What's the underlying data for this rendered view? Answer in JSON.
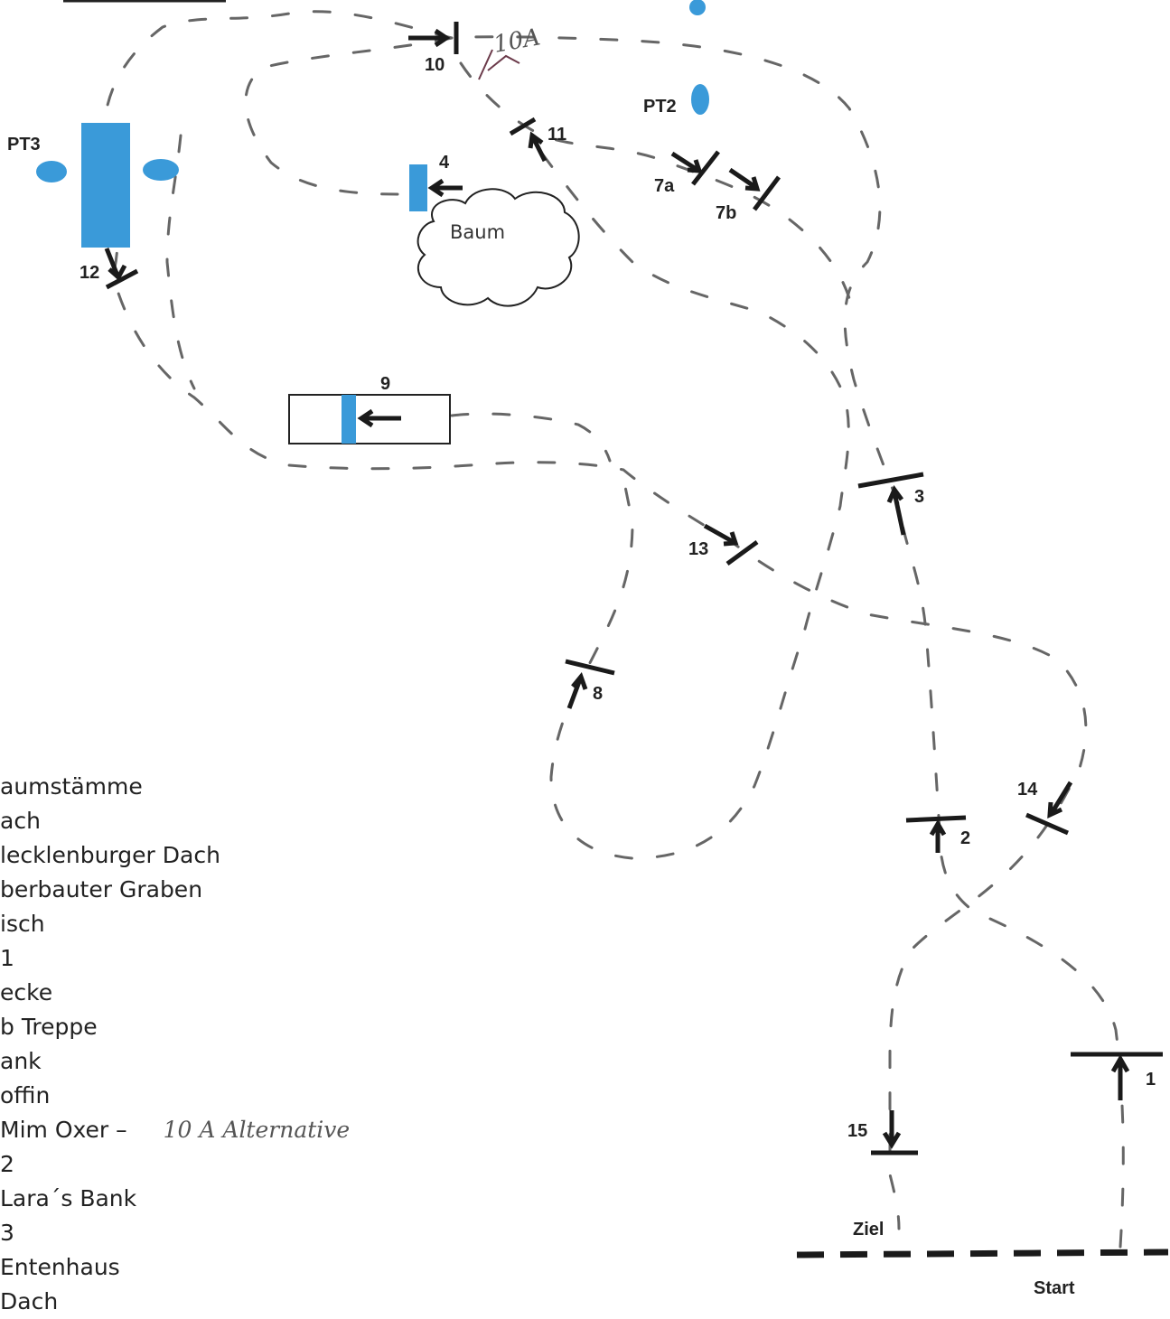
{
  "obstacles": {
    "1": "1",
    "2": "2",
    "3": "3",
    "4": "4",
    "7a": "7a",
    "7b": "7b",
    "8": "8",
    "9": "9",
    "10": "10",
    "10A": "10A",
    "11": "11",
    "12": "12",
    "13": "13",
    "14": "14",
    "15": "15"
  },
  "posts": {
    "pt2": "PT2",
    "pt3": "PT3"
  },
  "tree_label": "Baum",
  "start_label": "Start",
  "finish_label": "Ziel",
  "legend": [
    "aumstämme",
    "ach",
    "lecklenburger Dach",
    "berbauter Graben",
    "isch",
    "1",
    "ecke",
    "b Treppe",
    "ank",
    "offin",
    "Mim Oxer –",
    "2",
    "Lara´s Bank",
    "3",
    "Entenhaus",
    "Dach"
  ],
  "legend_note": "10 A Alternative",
  "colors": {
    "jump_blue": "#3a9ad9",
    "ink": "#1a1a1a",
    "path_gray": "#666666"
  }
}
